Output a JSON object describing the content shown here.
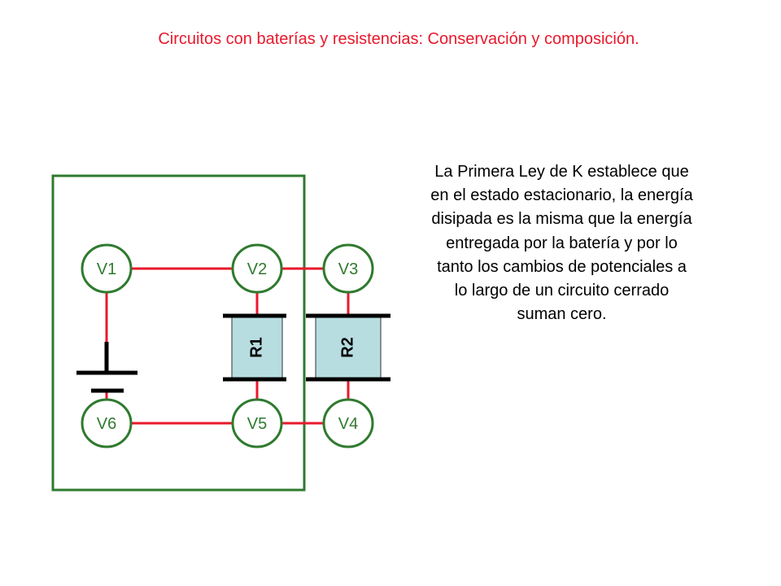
{
  "title": "Circuitos con baterías y resistencias: Conservación y composición.",
  "explanation": "La Primera Ley de K establece que en el estado estacionario, la energía disipada es la misma que la energía entregada por la batería y por lo tanto los cambios de potenciales a lo largo de un circuito cerrado suman cero.",
  "nodes": {
    "v1": "V1",
    "v2": "V2",
    "v3": "V3",
    "v4": "V4",
    "v5": "V5",
    "v6": "V6"
  },
  "resistors": {
    "r1": "R1",
    "r2": "R2"
  },
  "colors": {
    "title": "#e8192c",
    "wire": "#e8192c",
    "node_border": "#2f7a2f",
    "node_text": "#2f7a2f",
    "loop_border": "#2f7a2f",
    "resistor_fill": "#b7dde0",
    "battery": "#000000"
  }
}
